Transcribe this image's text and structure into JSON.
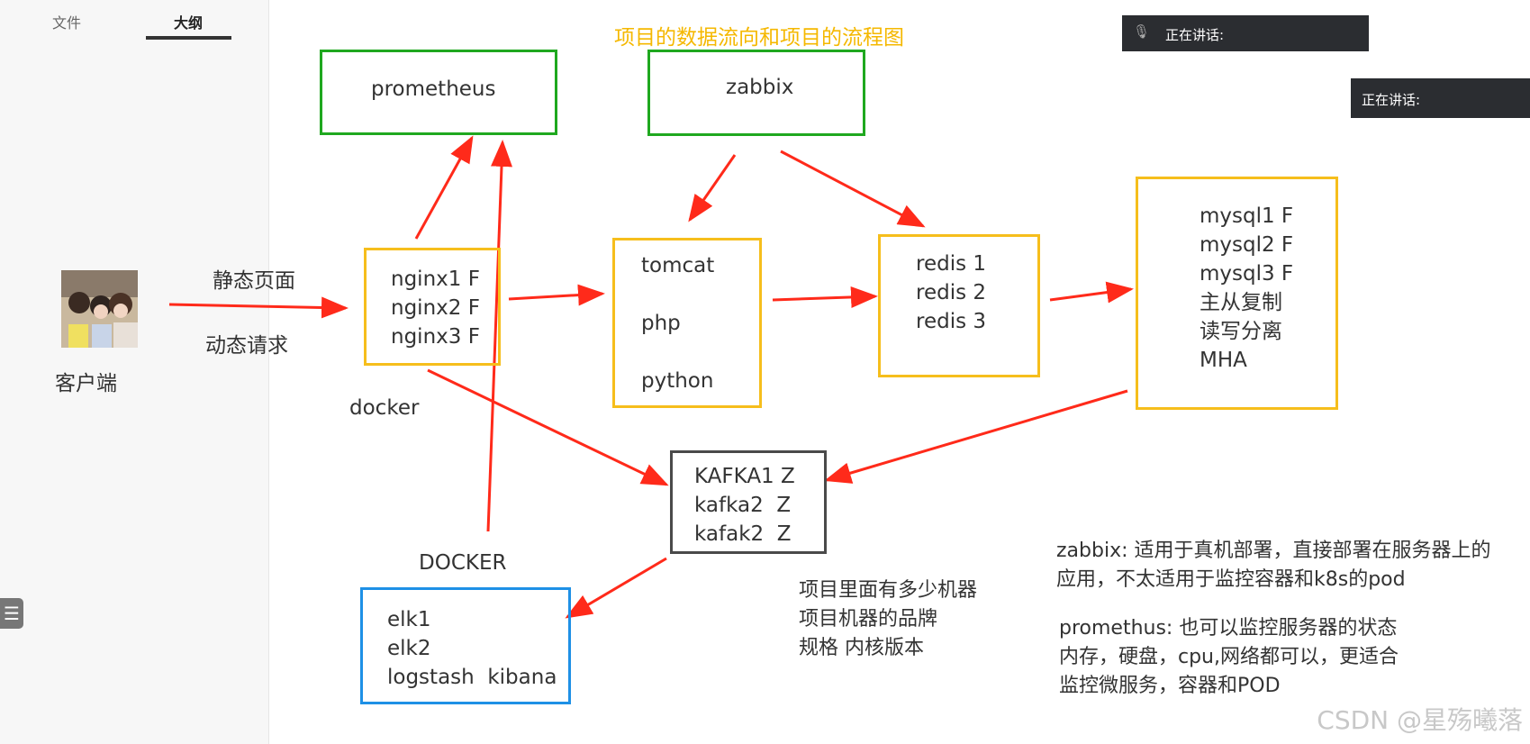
{
  "sidebar": {
    "tab_file": "文件",
    "tab_outline": "大纲"
  },
  "title": "项目的数据流向和项目的流程图",
  "speaking": {
    "label1": "正在讲话:",
    "label2": "正在讲话:"
  },
  "client": {
    "label": "客户端",
    "static_page": "静态页面",
    "dynamic_request": "动态请求"
  },
  "boxes": {
    "prometheus": "prometheus",
    "zabbix": "zabbix",
    "nginx": "nginx1 F\nnginx2 F\nnginx3 F",
    "app": "tomcat\n\nphp\n\npython",
    "redis": "redis 1\nredis 2\nredis 3",
    "mysql": "mysql1 F\nmysql2 F\nmysql3 F\n主从复制\n读写分离\nMHA",
    "kafka": "KAFKA1 Z\nkafka2  Z\nkafak2  Z",
    "elk": "elk1\nelk2\nlogstash  kibana"
  },
  "labels": {
    "docker": "docker",
    "docker_upper": "DOCKER"
  },
  "notes": {
    "machines": "项目里面有多少机器\n项目机器的品牌\n规格 内核版本",
    "zabbix": "zabbix: 适用于真机部署，直接部署在服务器上的\n应用，不太适用于监控容器和k8s的pod",
    "promethus": "promethus: 也可以监控服务器的状态\n内存，硬盘，cpu,网络都可以，更适合\n监控微服务，容器和POD"
  },
  "watermark": "CSDN @星殇曦落",
  "colors": {
    "arrow": "#ff2a1a",
    "green": "#1fa81f",
    "orange": "#f6be1c",
    "blue": "#1e90e6",
    "title": "#f5b800"
  }
}
